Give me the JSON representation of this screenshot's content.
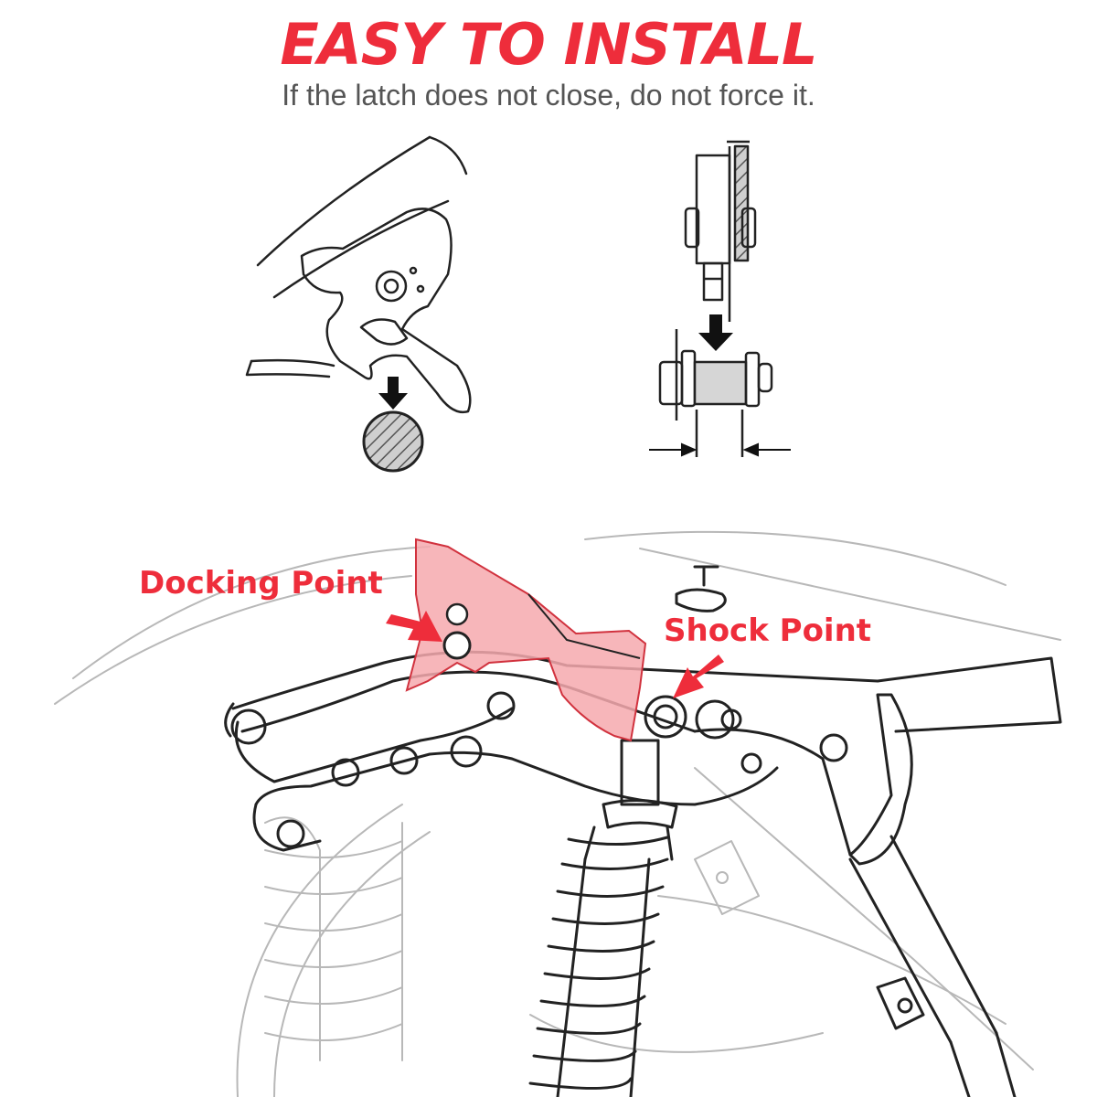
{
  "header": {
    "title": "EASY TO INSTALL",
    "subtitle": "If the latch does not close, do not force it."
  },
  "callouts": {
    "docking": "Docking Point",
    "shock": "Shock Point"
  },
  "colors": {
    "accent": "#ee2d3b",
    "highlight_fill": "#f6a9ae",
    "line": "#222222",
    "faint_line": "#b8b8b8"
  },
  "icons": [
    "down-arrow-icon",
    "right-arrow-icon",
    "left-arrow-icon",
    "callout-arrow-icon"
  ]
}
